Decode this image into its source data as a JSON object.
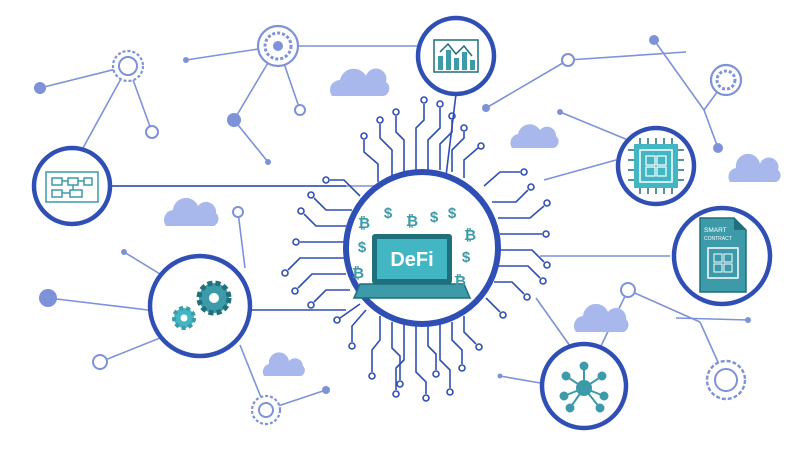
{
  "center": {
    "label": "DeFi"
  },
  "document": {
    "label_line1": "SMART",
    "label_line2": "CONTRACT"
  },
  "symbols": {
    "bitcoin": "₿",
    "dollar": "$"
  },
  "colors": {
    "ring": "#2f4fb5",
    "line": "#7d92d8",
    "light": "#c4cef0",
    "cloud": "#a9b8ec",
    "teal": "#3c9aa9",
    "teal_dark": "#1f6f7c",
    "cyan": "#43b6c4",
    "white": "#ffffff"
  },
  "icons": [
    "defi-laptop-icon",
    "analytics-chart-icon",
    "blockchain-chip-icon",
    "smart-contract-icon",
    "network-hub-icon",
    "gears-icon",
    "flowchart-icon",
    "cloud-icon",
    "gear-node-icon"
  ]
}
